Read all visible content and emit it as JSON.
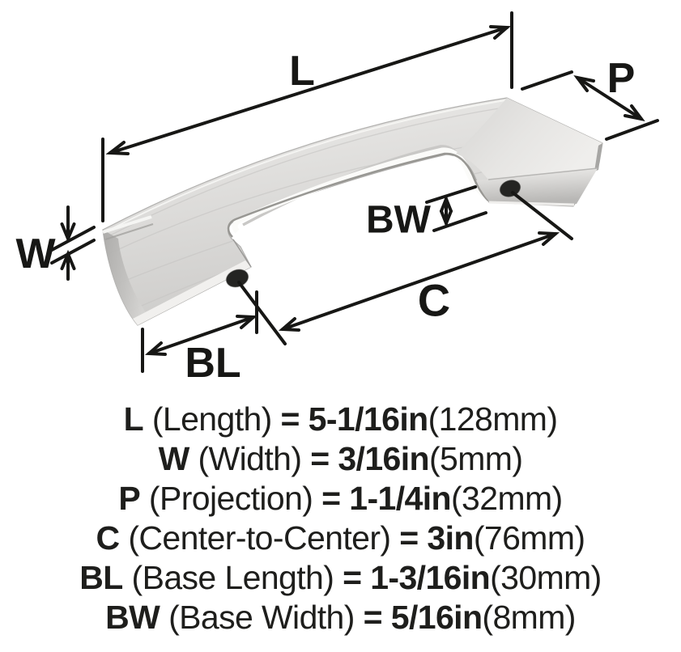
{
  "diagram": {
    "dim_labels": {
      "L": "L",
      "W": "W",
      "P": "P",
      "C": "C",
      "BL": "BL",
      "BW": "BW"
    }
  },
  "specs": [
    {
      "abbr": "L",
      "name": "(Length)",
      "value": "= 5-1/16in",
      "metric": "(128mm)"
    },
    {
      "abbr": "W",
      "name": "(Width)",
      "value": "= 3/16in",
      "metric": "(5mm)"
    },
    {
      "abbr": "P",
      "name": "(Projection)",
      "value": "= 1-1/4in",
      "metric": "(32mm)"
    },
    {
      "abbr": "C",
      "name": "(Center-to-Center)",
      "value": "= 3in",
      "metric": "(76mm)"
    },
    {
      "abbr": "BL",
      "name": "(Base Length)",
      "value": "= 1-3/16in",
      "metric": "(30mm)"
    },
    {
      "abbr": "BW",
      "name": "(Base Width)",
      "value": "= 5/16in",
      "metric": "(8mm)"
    }
  ],
  "colors": {
    "ink": "#171715",
    "metal_light": "#edecea",
    "metal_mid": "#d7d6d4",
    "metal_dark": "#a8a7a5",
    "highlight": "#fbfbf9",
    "hole": "#242422",
    "background": "#ffffff"
  }
}
